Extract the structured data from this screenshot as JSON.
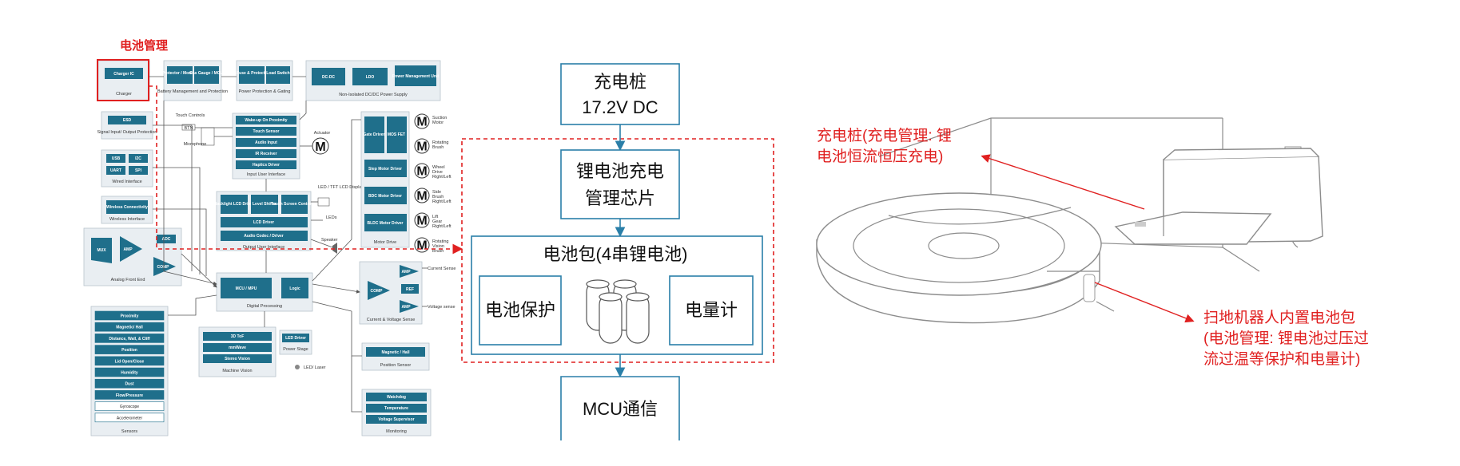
{
  "block_diagram": {
    "battery_mgmt_title": "电池管理",
    "groups": {
      "charger": {
        "caption": "Charger",
        "blocks": [
          "Charger IC"
        ]
      },
      "battery": {
        "caption": "Battery Management and Protection",
        "blocks": [
          "Protector / Monitor",
          "Gas Gauge / MCU"
        ]
      },
      "power_protect": {
        "caption": "Power Protection & Gating",
        "blocks": [
          "E-Fuse & Protection",
          "Load Switch"
        ]
      },
      "power_supply": {
        "caption": "Non-Isolated DC/DC Power Supply",
        "blocks": [
          "DC-DC",
          "LDO",
          "Power Management Unit"
        ]
      },
      "esd": {
        "caption": "Signal Input/ Output Protection",
        "blocks": [
          "ESD"
        ]
      },
      "wired": {
        "caption": "Wired Interface",
        "blocks": [
          "USB",
          "I2C",
          "UART",
          "SPI"
        ]
      },
      "wireless": {
        "caption": "Wireless Interface",
        "blocks": [
          "Wireless Connectivity"
        ]
      },
      "user_input": {
        "caption": "Input User Interface",
        "blocks": [
          "Wake-up On Proximity",
          "Touch Sensor",
          "Audio Input",
          "IR Receiver",
          "Haptics Driver"
        ]
      },
      "user_output": {
        "caption": "Output User Interface",
        "blocks": [
          "Backlight LCD Driver",
          "Level Shifter",
          "Touch Screen Controller",
          "LCD Driver",
          "Audio Codec / Driver"
        ]
      },
      "motor": {
        "caption": "Motor Drive",
        "blocks": [
          "Gate Driver",
          "MOS FET",
          "Step Motor Driver",
          "BDC Motor Driver",
          "BLDC Motor Driver"
        ]
      },
      "afe": {
        "caption": "Analog Front End",
        "blocks": [
          "MUX",
          "AMP",
          "ADC",
          "COMP"
        ]
      },
      "processing": {
        "caption": "Digital Processing",
        "blocks": [
          "MCU / MPU",
          "Logic"
        ]
      },
      "current": {
        "caption": "Current & Voltage Sense",
        "blocks": [
          "AMP",
          "COMP",
          "REF",
          "AMP"
        ]
      },
      "sensors": {
        "caption": "Sensors",
        "blocks": [
          "Proximity",
          "Magnetic/ Hall",
          "Distance, Wall, & Cliff",
          "Position",
          "Lid Open/Close",
          "Humidity",
          "Dust",
          "Flow/Pressure",
          "Gyroscope",
          "Accelerometer"
        ]
      },
      "vision": {
        "caption": "Machine Vision",
        "blocks": [
          "3D ToF",
          "mmWave",
          "Stereo Vision"
        ]
      },
      "power_stage": {
        "caption": "Power Stage",
        "blocks": [
          "LED Driver"
        ]
      },
      "position": {
        "caption": "Position Sensor",
        "blocks": [
          "Magnetic / Hall"
        ]
      },
      "monitoring": {
        "caption": "Monitoring",
        "blocks": [
          "Watchdog",
          "Temperature",
          "Voltage Supervisor"
        ]
      }
    },
    "labels": {
      "touch_controls": "Touch Controls",
      "btn": "BTN",
      "microphone": "Microphone",
      "actuator": "Actuator",
      "led_tft": "LED / TFT LCD Display",
      "leds": "LEDs",
      "speaker": "Speaker",
      "current_sense": "Current Sense",
      "voltage_sense": "Voltage sense",
      "led_laser": "LED/ Laser"
    },
    "motors": [
      "Suction Motor",
      "Rotating Brush",
      "Wheel Drive Right/Left",
      "Side Brush Right/Left",
      "Lift Gear Right/Left",
      "Rotating Vision Brush"
    ],
    "motor_symbol": "M"
  },
  "flow": {
    "charging_pile": [
      "充电桩",
      "17.2V DC"
    ],
    "charger_chip": [
      "锂电池充电",
      "管理芯片"
    ],
    "battery_pack_title": "电池包(4串锂电池)",
    "battery_protect": "电池保护",
    "fuel_gauge": "电量计",
    "mcu": "MCU通信"
  },
  "annotations": {
    "dock": [
      "充电桩(充电管理: 锂",
      "电池恒流恒压充电)"
    ],
    "robot": [
      "扫地机器人内置电池包",
      "(电池管理: 锂电池过压过",
      "流过温等保护和电量计)"
    ]
  },
  "colors": {
    "accent_red": "#e02020",
    "block_blue": "#1f6f8b",
    "flow_border": "#2a7fa8"
  }
}
